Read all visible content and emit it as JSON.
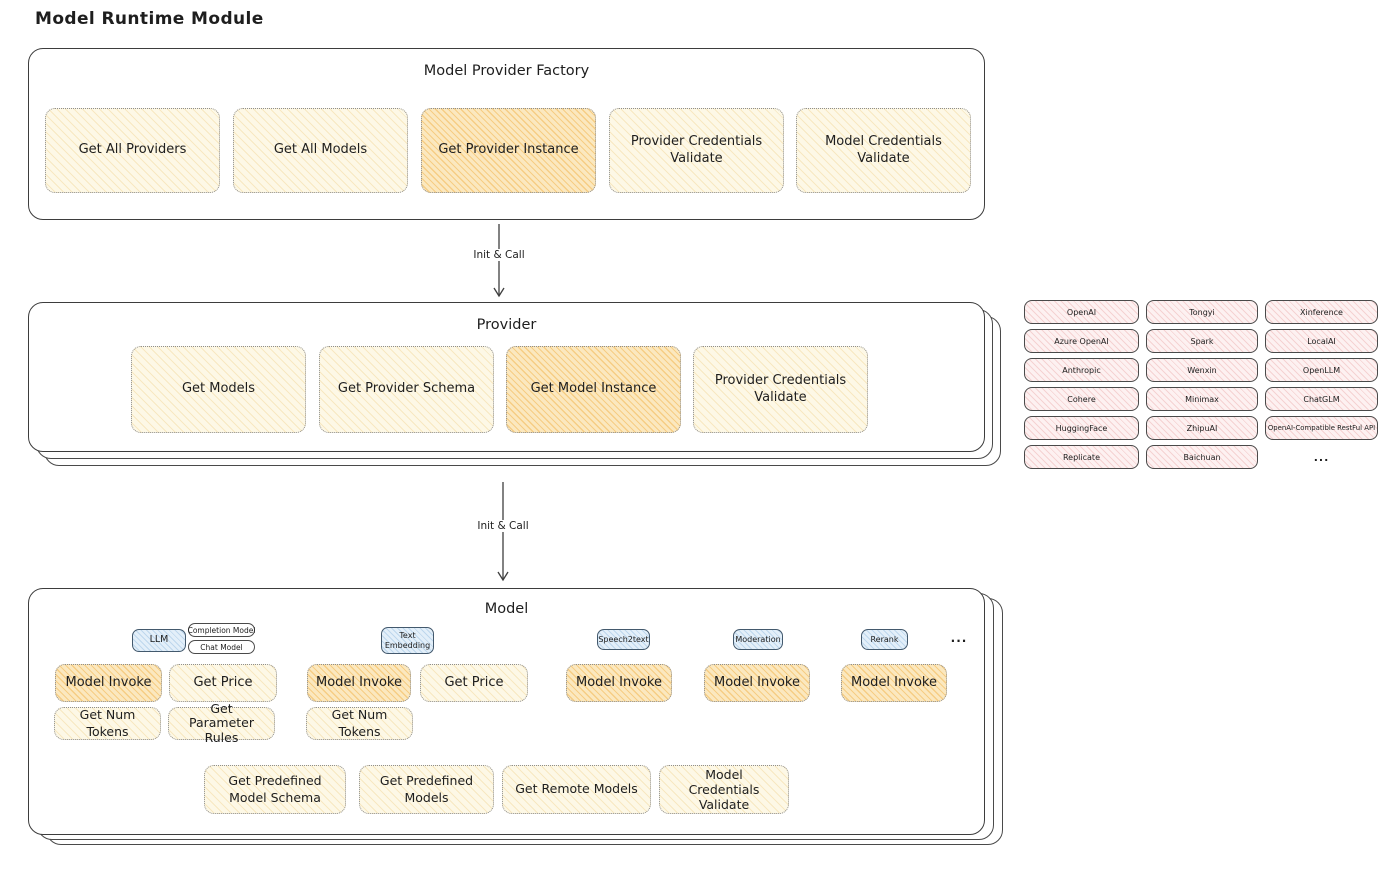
{
  "page": {
    "title": "Model Runtime Module"
  },
  "arrows": [
    {
      "label": "Init & Call"
    },
    {
      "label": "Init & Call"
    }
  ],
  "factory": {
    "title": "Model Provider Factory",
    "buttons": [
      {
        "label": "Get All Providers",
        "highlighted": false
      },
      {
        "label": "Get All Models",
        "highlighted": false
      },
      {
        "label": "Get Provider Instance",
        "highlighted": true
      },
      {
        "label": "Provider Credentials Validate",
        "highlighted": false
      },
      {
        "label": "Model Credentials Validate",
        "highlighted": false
      }
    ]
  },
  "provider": {
    "title": "Provider",
    "buttons": [
      {
        "label": "Get Models",
        "highlighted": false
      },
      {
        "label": "Get Provider Schema",
        "highlighted": false
      },
      {
        "label": "Get Model Instance",
        "highlighted": true
      },
      {
        "label": "Provider Credentials Validate",
        "highlighted": false
      }
    ]
  },
  "provider_list": {
    "items": [
      "OpenAI",
      "Tongyi",
      "Xinference",
      "Azure OpenAI",
      "Spark",
      "LocalAI",
      "Anthropic",
      "Wenxin",
      "OpenLLM",
      "Cohere",
      "Minimax",
      "ChatGLM",
      "HuggingFace",
      "ZhipuAI",
      "OpenAI-Compatible RestFul API",
      "Replicate",
      "Baichuan"
    ],
    "more": "..."
  },
  "model": {
    "title": "Model",
    "more": "...",
    "tabs": [
      "LLM",
      "Completion Model",
      "Chat Model",
      "Text Embedding",
      "Speech2text",
      "Moderation",
      "Rerank"
    ],
    "llm_buttons": [
      "Model Invoke",
      "Get Price",
      "Get Num Tokens",
      "Get Parameter Rules"
    ],
    "text_embedding_buttons": [
      "Model Invoke",
      "Get Price",
      "Get Num Tokens"
    ],
    "speech2text_buttons": [
      "Model Invoke"
    ],
    "moderation_buttons": [
      "Model Invoke"
    ],
    "rerank_buttons": [
      "Model Invoke"
    ],
    "bottom_buttons": [
      "Get Predefined Model Schema",
      "Get Predefined Models",
      "Get Remote Models",
      "Model Credentials Validate"
    ]
  },
  "colors": {
    "action_fill": "#fdf8e6",
    "highlight_fill": "#fbe8bf",
    "provider_pill_fill": "#fdf1f1",
    "tab_fill": "#e3eff9",
    "stroke_dark": "#3d3d3d"
  }
}
